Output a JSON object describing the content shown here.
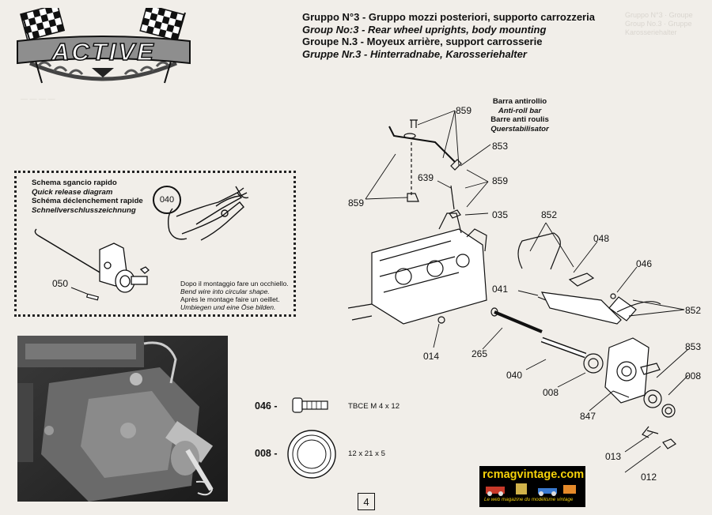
{
  "brand": {
    "logo_text": "ACTIVE"
  },
  "header": {
    "title_it": "Gruppo N°3 - Gruppo mozzi posteriori, supporto carrozzeria",
    "title_en": "Group No:3 - Rear wheel uprights, body mounting",
    "title_fr": "Groupe N.3 - Moyeux arrière, support carrosserie",
    "title_de": "Gruppe Nr.3 - Hinterradnabe, Karosseriehalter"
  },
  "quick_release": {
    "title_it": "Schema sgancio rapido",
    "title_en": "Quick release diagram",
    "title_fr": "Schéma déclenchement rapide",
    "title_de": "Schnellverschlusszeichnung",
    "callout": "040",
    "part_label": "050",
    "note_it": "Dopo il montaggio fare un occhiello.",
    "note_en": "Bend wire into circular shape.",
    "note_fr": "Après le montage faire un oeillet.",
    "note_de": "Umbiegen und eine Öse bilden."
  },
  "anti_roll": {
    "it": "Barra antirollio",
    "en": "Anti-roll bar",
    "fr": "Barre anti roulis",
    "de": "Querstabilisator"
  },
  "part_numbers": {
    "p859a": "859",
    "p853a": "853",
    "p639": "639",
    "p859b": "859",
    "p859c": "859",
    "p035": "035",
    "p852a": "852",
    "p048": "048",
    "p046": "046",
    "p041": "041",
    "p852b": "852",
    "p014": "014",
    "p265": "265",
    "p853b": "853",
    "p008a": "008",
    "p040": "040",
    "p008b": "008",
    "p847": "847",
    "p013": "013",
    "p012": "012"
  },
  "parts_list": [
    {
      "code": "046 -",
      "spec": "TBCE M 4 x 12"
    },
    {
      "code": "008 -",
      "spec": "12 x 21 x 5"
    }
  ],
  "page_number": "4",
  "watermark": {
    "title": "rcmagvintage.com",
    "subtitle": "Le web magazine du modélisme vintage"
  }
}
